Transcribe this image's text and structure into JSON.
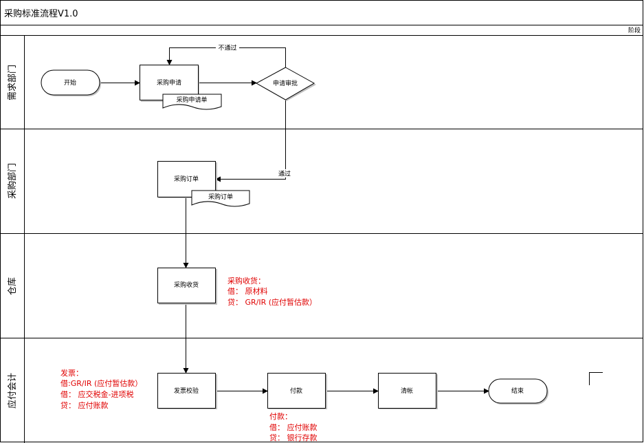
{
  "title": "采购标准流程V1.0",
  "phase_label": "阶段",
  "lanes": [
    "需求部门",
    "采购部门",
    "仓库",
    "应付会计"
  ],
  "nodes": {
    "start": "开始",
    "purchase_request": "采购申请",
    "request_doc": "采购申请单",
    "request_approval": "申请审批",
    "purchase_order": "采购订单",
    "order_doc": "采购订单",
    "goods_receipt": "采购收货",
    "invoice_verification": "发票校验",
    "payment": "付款",
    "clearing": "清帐",
    "end": "结束"
  },
  "edge_labels": {
    "rejected": "不通过",
    "approved": "通过"
  },
  "notes": {
    "receipt": [
      "采购收货：",
      "借：  原材料",
      "贷：  GR/IR (应付暂估款）"
    ],
    "invoice": [
      "发票：",
      "借:GR/IR (应付暂估款）",
      "借：  应交税金-进项税",
      "贷：  应付账款"
    ],
    "payment": [
      "付款：",
      "借：  应付账款",
      "贷：  银行存款"
    ]
  },
  "colors": {
    "line": "#000000",
    "shape_fill": "#ffffff",
    "shadow": "#bfbfbf",
    "note_text": "#e00000"
  }
}
